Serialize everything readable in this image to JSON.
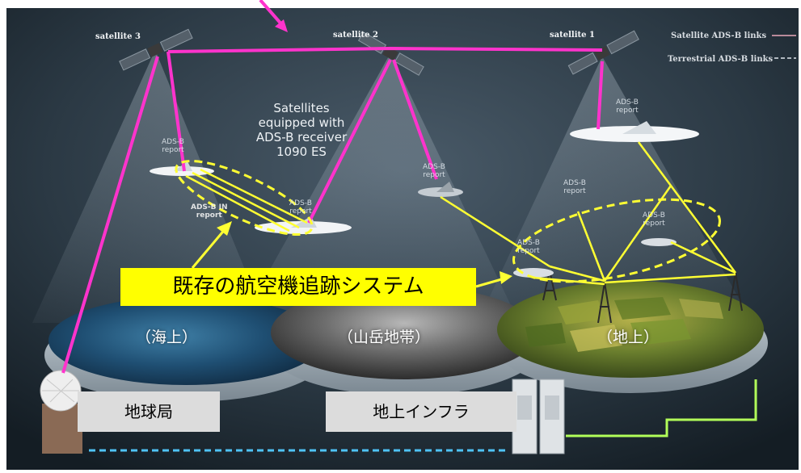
{
  "satellites": [
    {
      "label": "satellite 3"
    },
    {
      "label": "satellite 2"
    },
    {
      "label": "satellite 1"
    }
  ],
  "legend": {
    "satellite_links": "Satellite ADS-B links",
    "terrestrial_links": "Terrestrial ADS-B links"
  },
  "caption": "Satellites\nequipped with\nADS-B receiver\n1090 ES",
  "reports": {
    "r1": "ADS-B\nreport",
    "r2": "ADS-B\nreport",
    "r3": "ADS-B IN\nreport",
    "r4": "ADS-B\nreport",
    "r5": "ADS-B\nreport",
    "r6": "ADS-B\nreport",
    "r7": "ADS-B\nreport",
    "r8": "ADS-B\nreport"
  },
  "callout": "既存の航空機追跡システム",
  "terrain": {
    "sea": "（海上）",
    "mountain": "（山岳地帯）",
    "land": "（地上）"
  },
  "stations": {
    "ground_station": "地球局",
    "ground_infra": "地上インフラ"
  },
  "colors": {
    "satellite_link": "#ff33cc",
    "terrestrial_link": "#ffff33",
    "callout_bg": "#ffff00",
    "background": "#1e2b36"
  }
}
